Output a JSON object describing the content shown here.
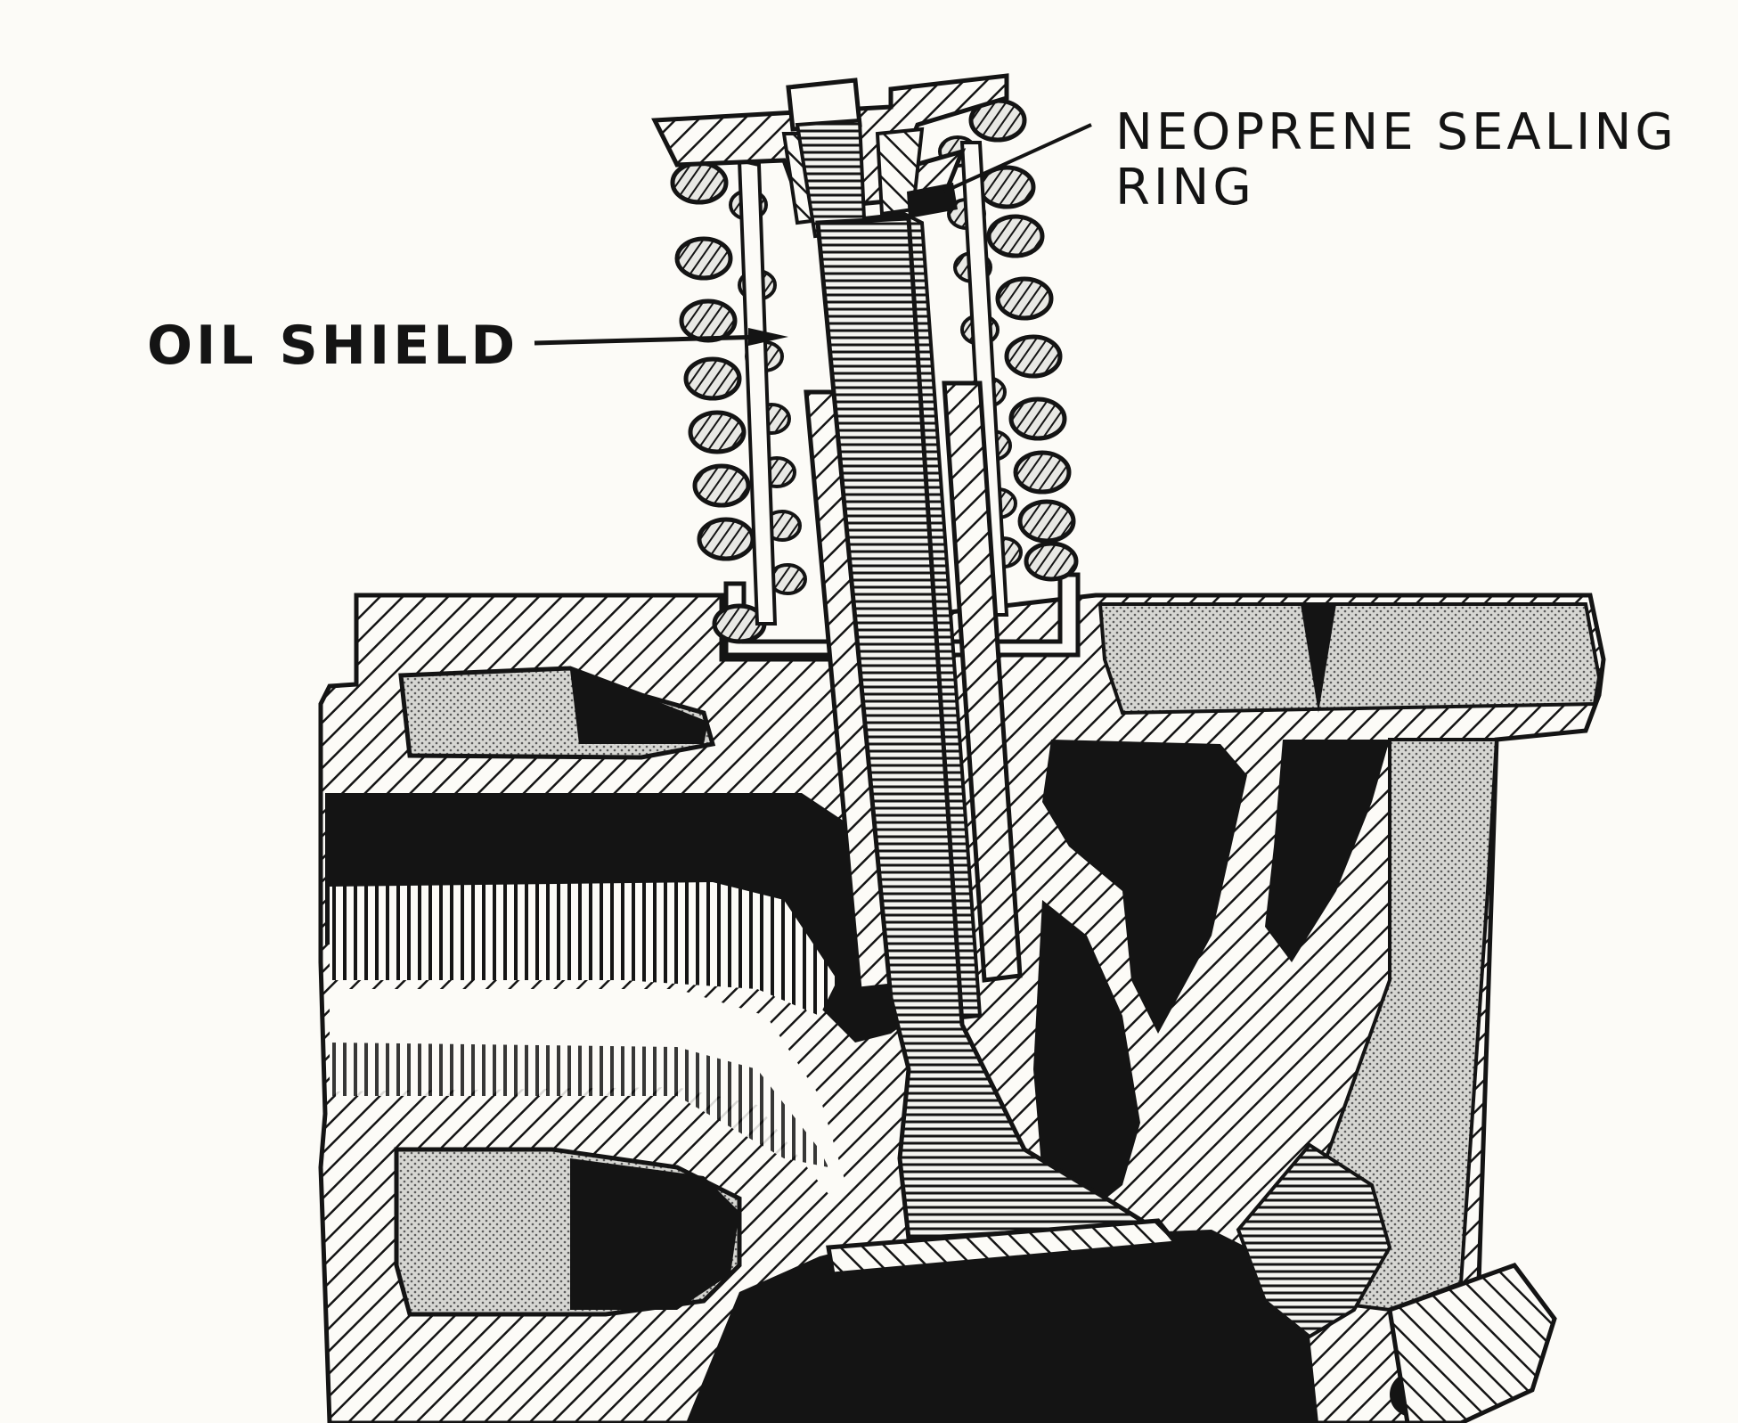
{
  "labels": {
    "neoprene_line1": "NEOPRENE SEALING",
    "neoprene_line2": "RING",
    "oil_shield": "OIL SHIELD"
  },
  "colors": {
    "ink": "#141414",
    "paper": "#fcfbf7",
    "stipple": "#b9b9b9"
  }
}
